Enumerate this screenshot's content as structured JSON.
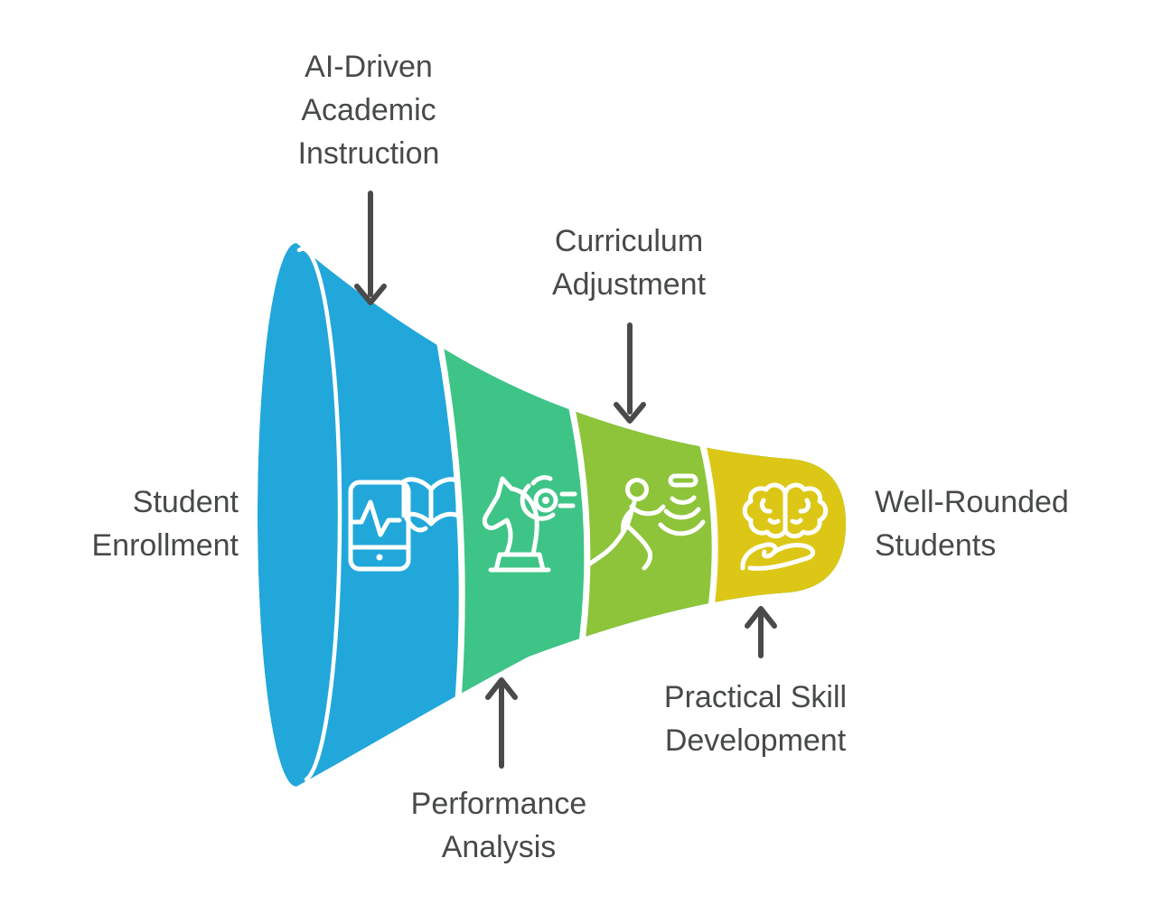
{
  "diagram": {
    "type": "horizontal-funnel",
    "input_label": "Student\nEnrollment",
    "output_label": "Well-Rounded\nStudents",
    "stages": [
      {
        "id": "ai-driven-academic-instruction",
        "label": "AI-Driven\nAcademic\nInstruction",
        "color": "#22a7da",
        "icon": "mobile-learning-icon",
        "annotation_position": "top"
      },
      {
        "id": "performance-analysis",
        "label": "Performance\nAnalysis",
        "color": "#3ec487",
        "icon": "chess-strategy-icon",
        "annotation_position": "bottom"
      },
      {
        "id": "curriculum-adjustment",
        "label": "Curriculum\nAdjustment",
        "color": "#8dc43a",
        "icon": "running-activity-icon",
        "annotation_position": "top"
      },
      {
        "id": "practical-skill-development",
        "label": "Practical Skill\nDevelopment",
        "color": "#ddc716",
        "icon": "brain-hand-icon",
        "annotation_position": "bottom"
      }
    ]
  },
  "colors": {
    "background": "#ffffff",
    "separator": "#ffffff",
    "icon_stroke": "#ffffff",
    "arrow": "#4a4a4a",
    "label_text": "#464a48"
  }
}
